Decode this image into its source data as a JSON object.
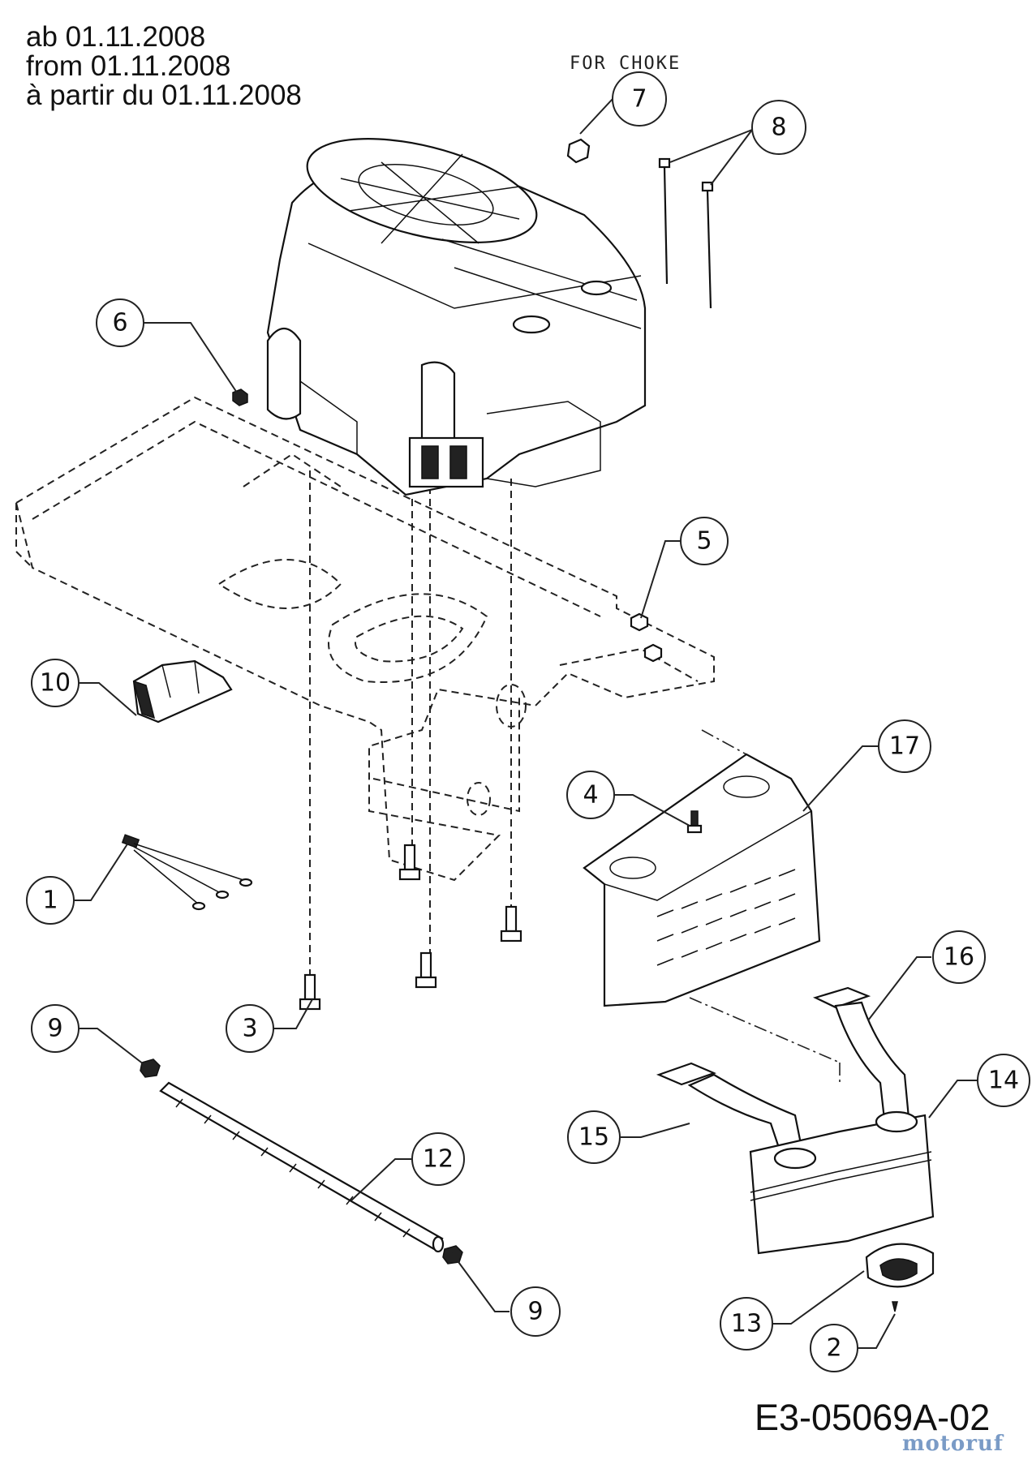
{
  "header": {
    "valid_from_de": "ab 01.11.2008",
    "valid_from_en": "from 01.11.2008",
    "valid_from_fr": "à partir du 01.11.2008"
  },
  "annotation": {
    "for_choke": "FOR CHOKE"
  },
  "drawing_code": "E3-05069A-02",
  "watermark": "motoruf",
  "callouts": {
    "c1": "1",
    "c2": "2",
    "c3": "3",
    "c4": "4",
    "c5": "5",
    "c6": "6",
    "c7": "7",
    "c8": "8",
    "c9a": "9",
    "c9b": "9",
    "c10": "10",
    "c12": "12",
    "c13": "13",
    "c14": "14",
    "c15": "15",
    "c16": "16",
    "c17": "17"
  }
}
